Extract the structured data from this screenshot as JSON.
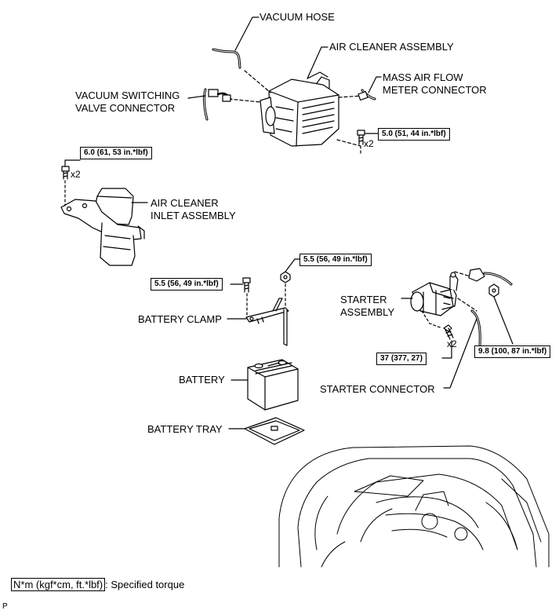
{
  "labels": {
    "vacuum_hose": "VACUUM HOSE",
    "air_cleaner_assembly": "AIR CLEANER ASSEMBLY",
    "vsv_connector_line1": "VACUUM SWITCHING",
    "vsv_connector_line2": "VALVE CONNECTOR",
    "maf_connector_line1": "MASS AIR FLOW",
    "maf_connector_line2": "METER CONNECTOR",
    "air_cleaner_inlet_line1": "AIR CLEANER",
    "air_cleaner_inlet_line2": "INLET ASSEMBLY",
    "battery_clamp": "BATTERY CLAMP",
    "battery": "BATTERY",
    "battery_tray": "BATTERY TRAY",
    "starter_assembly_line1": "STARTER",
    "starter_assembly_line2": "ASSEMBLY",
    "starter_connector": "STARTER CONNECTOR"
  },
  "torque": {
    "air_cleaner_bolt": "5.0 (51, 44 in.*lbf)",
    "inlet_bolt": "6.0 (61, 53 in.*lbf)",
    "clamp_nut_top": "5.5 (56, 49 in.*lbf)",
    "clamp_bolt_left": "5.5 (56, 49 in.*lbf)",
    "starter_bolt": "37 (377, 27)",
    "starter_nut": "9.8 (100, 87 in.*lbf)"
  },
  "quantities": {
    "air_cleaner_bolt": "x2",
    "inlet_bolt": "x2",
    "starter_bolt": "x2"
  },
  "legend": {
    "unit_box": "N*m (kgf*cm, ft.*lbf)",
    "text": ": Specified torque"
  },
  "corner_mark": "P"
}
